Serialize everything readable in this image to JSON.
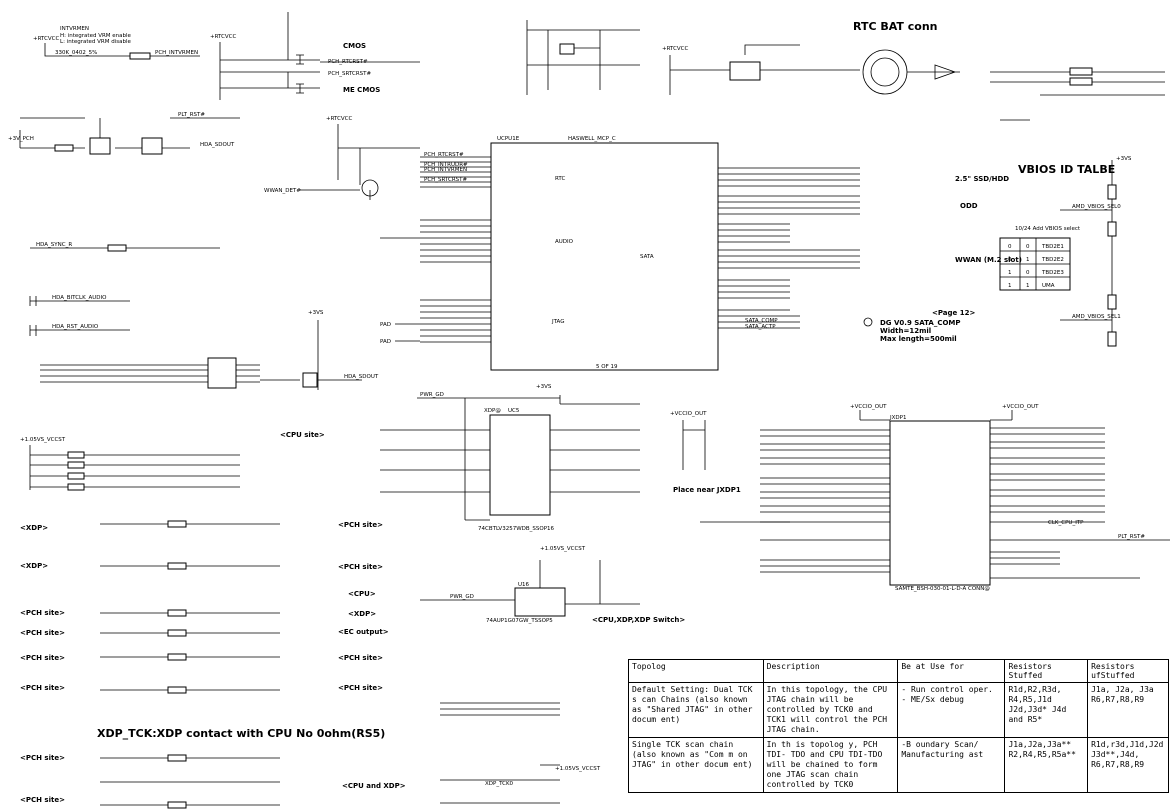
{
  "title_rtc": "RTC BAT conn",
  "title_vbios": "VBIOS ID TALBE",
  "label_cmos": "CMOS",
  "label_me_cmos": "ME CMOS",
  "intvrmen_title": "INTVRMEN",
  "intvrmen_l1": "H: integrated VRM enable",
  "intvrmen_l2": "L: integrated VRM disable",
  "main_chip": "UCPU1E",
  "main_chip_sub": "HASWELL_MCP_C",
  "block_rtc": "RTC",
  "block_audio": "AUDIO",
  "block_jtag": "JTAG",
  "block_sata": "SATA",
  "chip_page": "5 OF 19",
  "ssd_label": "2.5\" SSD/HDD",
  "odd_label": "ODD",
  "wwan_label": "WWAN (M.2 slot)",
  "page_ref": "<Page 12>",
  "sata_comp_l1": "DG V0.9  SATA_COMP",
  "sata_comp_l2": "Width=12mil",
  "sata_comp_l3": "Max length=500mil",
  "xdp_chip": "UC5",
  "xdp_chip_part": "74CBTLV3257WDB_SSOP16",
  "xdp_label": "XDP@",
  "u2_chip": "U16",
  "u2_part": "74AUP1G07GW_TSSOP5",
  "jxdp_chip": "JXDP1",
  "jxdp_part": "SAMTE_BSH-030-01-L-D-A   CONN@",
  "place_near": "Place near JXDP1",
  "cpu_site": "<CPU site>",
  "pch_site": "<PCH site>",
  "xdp_site": "<XDP>",
  "cpu_tag": "<CPU>",
  "ec_output": "<EC output>",
  "cpu_xdp": "<CPU and XDP>",
  "cpu_xdp_switch": "<CPU,XDP,XDP Switch>",
  "xdp_tck_note": "XDP_TCK:XDP contact with CPU No 0ohm(RS5)",
  "vbios_table": {
    "title": "10/24 Add VBIOS select",
    "rows": [
      [
        "0",
        "0",
        "TBD2E1"
      ],
      [
        "0",
        "1",
        "TBD2E2"
      ],
      [
        "1",
        "0",
        "TBD2E3"
      ],
      [
        "1",
        "1",
        "UMA"
      ]
    ]
  },
  "nets": {
    "pch_rtcrst": "PCH_RTCRST#",
    "pch_srtcrst": "PCH_SRTCRST#",
    "pch_intrudr": "PCH_INTRUDR#",
    "pch_intvrmen": "PCH_INTVRMEN",
    "hda_sync": "HDA_SYNC_R",
    "hda_sdout": "HDA_SDOUT",
    "hda_bitclk": "HDA_BITCLK_AUDIO",
    "hda_rst": "HDA_RST_AUDIO",
    "plt_rst": "PLT_RST#",
    "wwan_det": "WWAN_DET#",
    "sata_comp": "SATA_COMP",
    "sata_actp": "SATA_ACTP",
    "amd_vbios_sel0": "AMD_VBIOS_SEL0",
    "amd_vbios_sel1": "AMD_VBIOS_SEL1",
    "pwr_gd": "PWR_GD",
    "clk_cpu_itp": "CLK_CPU_ITP",
    "xdp_tck0": "XDP_TCK0",
    "rtc_vcc": "+RTCVCC",
    "v3vs": "+3VS",
    "v3v_pch": "+3V_PCH",
    "v105_vccst": "+1.05VS_VCCST",
    "vccio_out": "+VCCIO_OUT"
  },
  "topology": {
    "headers": [
      "Topolog",
      "Description",
      "Be at Use for",
      "Resistors Stuffed",
      "Resistors ufStuffed"
    ],
    "rows": [
      [
        "Default Setting: Dual TCK s can Chains (also known as \"Shared JTAG\" in other docum ent)",
        "In this topology, the CPU JTAG chain will be controlled by TCK0 and TCK1 will control the PCH JTAG chain.",
        "- Run control oper. - ME/Sx debug",
        "R1d,R2,R3d, R4,R5,J1d J2d,J3d* J4d and R5*",
        "J1a, J2a, J3a R6,R7,R8,R9"
      ],
      [
        "Single TCK scan chain (also known as \"Com m on JTAG\" in other docum ent)",
        "In th is topolog y, PCH TDI- TDO and CPU TDI-TDO will be chained to form one JTAG scan chain controlled by TCK0",
        "-B oundary Scan/ Manufacturing ast",
        "J1a,J2a,J3a** R2,R4,R5,R5a**",
        "R1d,r3d,J1d,J2d J3d**,J4d, R6,R7,R8,R9"
      ]
    ]
  }
}
